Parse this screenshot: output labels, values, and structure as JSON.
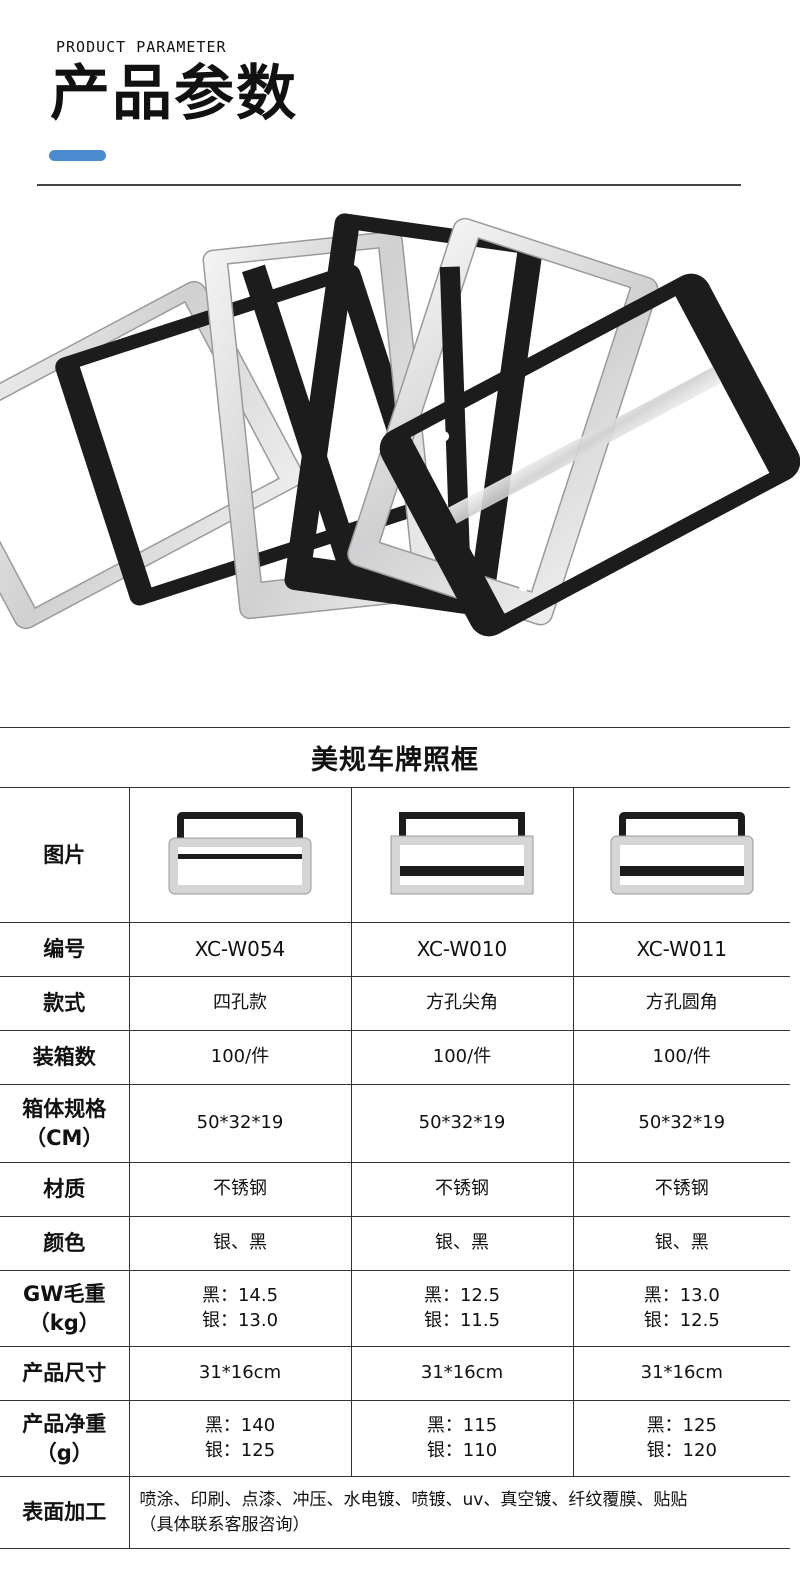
{
  "header": {
    "subtitle_en": "PRODUCT PARAMETER",
    "title_cn": "产品参数",
    "accent_color": "#4a8ccf"
  },
  "table": {
    "caption": "美规车牌照框",
    "rows": [
      {
        "label": "图片",
        "values": [
          "",
          "",
          ""
        ]
      },
      {
        "label": "编号",
        "values": [
          "XC-W054",
          "XC-W010",
          "XC-W011"
        ]
      },
      {
        "label": "款式",
        "values": [
          "四孔款",
          "方孔尖角",
          "方孔圆角"
        ]
      },
      {
        "label": "装箱数",
        "values": [
          "100/件",
          "100/件",
          "100/件"
        ]
      },
      {
        "label_line1": "箱体规格",
        "label_line2": "（CM）",
        "values": [
          "50*32*19",
          "50*32*19",
          "50*32*19"
        ]
      },
      {
        "label": "材质",
        "values": [
          "不锈钢",
          "不锈钢",
          "不锈钢"
        ]
      },
      {
        "label": "颜色",
        "values": [
          "银、黑",
          "银、黑",
          "银、黑"
        ]
      },
      {
        "label_line1": "GW毛重",
        "label_line2": "（kg）",
        "values_line1": [
          "黑：14.5",
          "黑：12.5",
          "黑：13.0"
        ],
        "values_line2": [
          "银：13.0",
          "银：11.5",
          "银：12.5"
        ]
      },
      {
        "label": "产品尺寸",
        "values": [
          "31*16cm",
          "31*16cm",
          "31*16cm"
        ]
      },
      {
        "label_line1": "产品净重",
        "label_line2": "（g）",
        "values_line1": [
          "黑：140",
          "黑：115",
          "黑：125"
        ],
        "values_line2": [
          "银：125",
          "银：110",
          "银：120"
        ]
      },
      {
        "label": "表面加工",
        "line1": "喷涂、印刷、点漆、冲压、水电镀、喷镀、uv、真空镀、纤纹覆膜、贴贴",
        "line2": "（具体联系客服咨询）"
      }
    ]
  },
  "colors": {
    "silver": "#d8d9da",
    "black": "#1a1a1a"
  }
}
